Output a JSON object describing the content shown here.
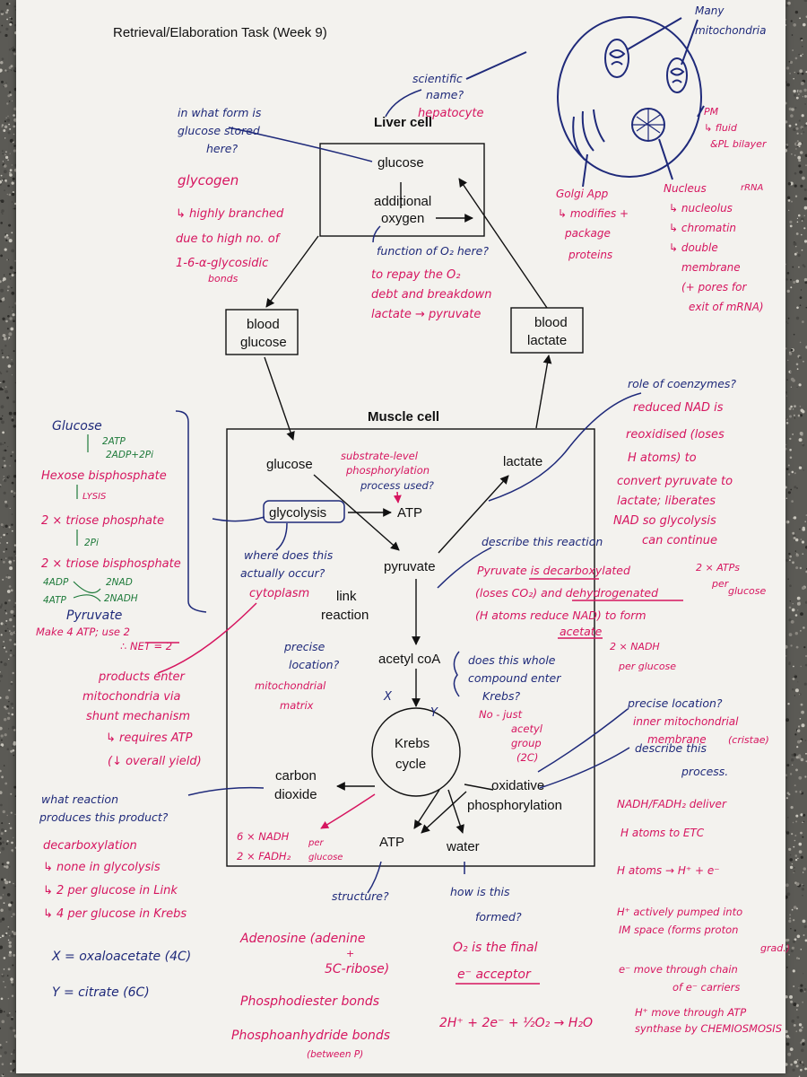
{
  "header": {
    "title": "Retrieval/Elaboration Task (Week 9)"
  },
  "colors": {
    "pink": "#d6155f",
    "blue": "#1f2a7a",
    "green": "#1e7a3a",
    "ink": "#111111",
    "paper": "#f3f2ee"
  },
  "diagram": {
    "liver_cell": {
      "label": "Liver cell",
      "glucose": "glucose",
      "oxygen_line1": "additional",
      "oxygen_line2": "oxygen"
    },
    "blood_glucose": {
      "line1": "blood",
      "line2": "glucose"
    },
    "blood_lactate": {
      "line1": "blood",
      "line2": "lactate"
    },
    "muscle_cell": {
      "label": "Muscle cell",
      "glucose": "glucose",
      "glycolysis": "glycolysis",
      "atp": "ATP",
      "lactate": "lactate",
      "pyruvate": "pyruvate",
      "link_line1": "link",
      "link_line2": "reaction",
      "acetyl_coa": "acetyl coA",
      "krebs_line1": "Krebs",
      "krebs_line2": "cycle",
      "co2_line1": "carbon",
      "co2_line2": "dioxide",
      "oxphos_line1": "oxidative",
      "oxphos_line2": "phosphorylation",
      "atp2": "ATP",
      "water": "water"
    }
  },
  "annotations": {
    "cell_drawing": {
      "many_mito": [
        "Many",
        "mitochondria"
      ],
      "pm": [
        "PM",
        "↳ fluid",
        "&PL bilayer"
      ],
      "golgi": [
        "Golgi App",
        "↳ modifies +",
        "package",
        "proteins"
      ],
      "nucleus": [
        "Nucleus",
        "↳ nucleolus",
        "↳ chromatin",
        "↳ double",
        "membrane",
        "(+ pores for",
        "exit of mRNA)"
      ],
      "rna": "rRNA"
    },
    "scientific_name": {
      "q": [
        "scientific",
        "name?"
      ],
      "a": "hepatocyte"
    },
    "glucose_stored": {
      "q": [
        "in what form is",
        "glucose stored",
        "here?"
      ],
      "a": [
        "glycogen",
        "↳ highly branched",
        "due to high no. of",
        "1-6-α-glycosidic",
        "bonds"
      ]
    },
    "oxygen_function": {
      "q": "function of O₂ here?",
      "a": [
        "to repay the O₂",
        "debt and breakdown",
        "lactate → pyruvate"
      ]
    },
    "glycolysis_steps": {
      "glucose": "Glucose",
      "atp_use": [
        "2ATP",
        "2ADP+2Pi"
      ],
      "hexose": "Hexose bisphosphate",
      "lysis": "LYSIS",
      "triose_p": "2 × triose phosphate",
      "pi": "2Pi",
      "triose_bp": "2 × triose bisphosphate",
      "adp": "4ADP",
      "atp4": "4ATP",
      "nad": "2NAD",
      "nadh": "2NADH",
      "pyruvate": "Pyruvate",
      "net": [
        "Make 4 ATP; use 2",
        "∴ NET = 2"
      ]
    },
    "substrate_level": [
      "substrate-level",
      "phosphorylation",
      "process used?"
    ],
    "where_glycolysis": {
      "q": [
        "where does this",
        "actually occur?"
      ],
      "a": "cytoplasm"
    },
    "shunt": [
      "products enter",
      "mitochondria via",
      "shunt mechanism",
      "↳ requires ATP",
      "(↓ overall yield)"
    ],
    "coenzymes": {
      "q": "role of coenzymes?",
      "a": [
        "reduced NAD is",
        "reoxidised (loses",
        "H atoms) to",
        "convert pyruvate to",
        "lactate; liberates",
        "NAD so glycolysis",
        "can continue"
      ],
      "extra": [
        "2 × ATPs",
        "per",
        "glucose"
      ]
    },
    "describe_reaction": {
      "q": "describe this reaction",
      "a": [
        "Pyruvate is decarboxylated",
        "(loses CO₂) and dehydrogenated",
        "(H atoms reduce NAD) to form",
        "acetate"
      ],
      "nadh": [
        "2 × NADH",
        "per glucose"
      ]
    },
    "link_location": {
      "q": [
        "precise",
        "location?"
      ],
      "a": [
        "mitochondrial",
        "matrix"
      ]
    },
    "whole_compound": {
      "q": [
        "does this whole",
        "compound enter",
        "Krebs?"
      ],
      "a": [
        "No - just",
        "acetyl",
        "group",
        "(2C)"
      ]
    },
    "oxphos_location": {
      "q": [
        "precise location?",
        "inner mitochondrial",
        "membrane"
      ],
      "cristae": "(cristae)",
      "describe": [
        "describe this",
        "process."
      ]
    },
    "etc": [
      "NADH/FADH₂ deliver",
      "H atoms to ETC",
      "H atoms → H⁺ + e⁻",
      "H⁺ actively pumped into",
      "IM space (forms proton",
      "grad.)",
      "e⁻ move through chain",
      "of e⁻ carriers",
      "H⁺ move through ATP",
      "synthase by CHEMIOSMOSIS"
    ],
    "krebs_products": [
      "6 × NADH",
      "2 × FADH₂",
      "per",
      "glucose"
    ],
    "co2_reaction": {
      "q": [
        "what reaction",
        "produces this product?"
      ],
      "a": [
        "decarboxylation",
        "↳ none in glycolysis",
        "↳ 2 per glucose in Link",
        "↳ 4 per glucose in Krebs"
      ]
    },
    "xy": [
      "X = oxaloacetate (4C)",
      "Y = citrate (6C)"
    ],
    "atp_structure": {
      "q": "structure?",
      "a": [
        "Adenosine (adenine",
        "+",
        "5C-ribose)",
        "Phosphodiester bonds",
        "Phosphoanhydride bonds",
        "(between P)"
      ]
    },
    "water_formed": {
      "q": [
        "how is this",
        "formed?"
      ],
      "a": [
        "O₂ is the final",
        "e⁻ acceptor"
      ],
      "eq": "2H⁺ + 2e⁻ + ½O₂ → H₂O"
    },
    "x_mark": "X",
    "y_mark": "Y"
  }
}
